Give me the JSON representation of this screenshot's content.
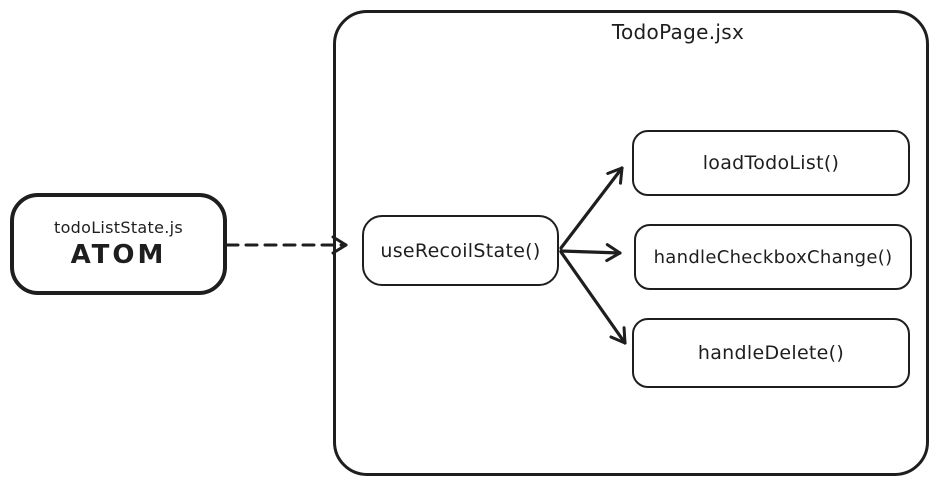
{
  "diagram": {
    "kind": "hand-drawn-flow-diagram",
    "background_color": "#ffffff",
    "stroke_color": "#1e1e1e"
  },
  "nodes": {
    "atom": {
      "file": "todoListState.js",
      "title": "ATOM"
    },
    "container": {
      "label": "TodoPage.jsx"
    },
    "useRecoilState": {
      "label": "useRecoilState()"
    },
    "loadTodoList": {
      "label": "loadTodoList()"
    },
    "handleCheckboxChange": {
      "label": "handleCheckboxChange()"
    },
    "handleDelete": {
      "label": "handleDelete()"
    }
  },
  "edges": [
    {
      "from": "atom",
      "to": "container",
      "style": "dashed",
      "arrowhead": "open"
    },
    {
      "from": "useRecoilState",
      "to": "loadTodoList",
      "style": "solid",
      "arrowhead": "open"
    },
    {
      "from": "useRecoilState",
      "to": "handleCheckboxChange",
      "style": "solid",
      "arrowhead": "open"
    },
    {
      "from": "useRecoilState",
      "to": "handleDelete",
      "style": "solid",
      "arrowhead": "open"
    }
  ]
}
